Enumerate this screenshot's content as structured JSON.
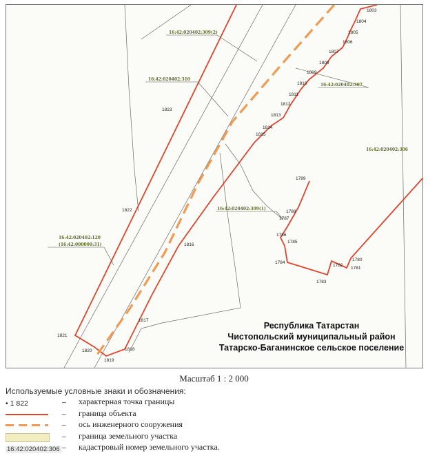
{
  "map": {
    "parcels": {
      "p309_2": "16:42:020402:309(2)",
      "p310": "16:42:020402:310",
      "p307": "16:42:020402:307",
      "p306": "16:42:020402:306",
      "p309_1": "16:42:020402:309(1)",
      "p120a": "16:42:020402:120",
      "p120b": "(16:42:000000:31)"
    },
    "points": {
      "p1803": "1803",
      "p1804": "1804",
      "p1805": "1805",
      "p1806": "1806",
      "p1807": "1807",
      "p1808": "1808",
      "p1809": "1809",
      "p1810": "1810",
      "p1811": "1811",
      "p1812": "1812",
      "p1813": "1813",
      "p1814": "1814",
      "p1815": "1815",
      "p1823": "1823",
      "p1822": "1822",
      "p1789": "1789",
      "p1788": "1788",
      "p1787": "1787",
      "p1786": "1786",
      "p1785": "1785",
      "p1784": "1784",
      "p1783": "1783",
      "p1782": "1782",
      "p1781": "1781",
      "p1780": "1780",
      "p1816": "1816",
      "p1817": "1817",
      "p1818": "1818",
      "p1819": "1819",
      "p1820": "1820",
      "p1821": "1821"
    },
    "colors": {
      "boundary": "#e0452c",
      "axis": "#f39a52",
      "parcel_label": "#5c6b2a"
    }
  },
  "title": {
    "line1": "Республика Татарстан",
    "line2": "Чистопольский муниципальный район",
    "line3": "Татарско-Баганинское сельское поселение"
  },
  "scale": "Масштаб 1 : 2 000",
  "legend": {
    "title": "Используемые условные знаки и обозначения:",
    "dash": "–",
    "items": [
      {
        "symbol": "point",
        "symbol_text": "• 1 822",
        "label": "характерная точка границы"
      },
      {
        "symbol": "red-line",
        "label": "граница объекта"
      },
      {
        "symbol": "dashed-axis",
        "label": "ось инженерного сооружения"
      },
      {
        "symbol": "parcel-fill",
        "label": "граница земельного участка"
      },
      {
        "symbol": "cadastral",
        "symbol_text": "16:42:020402:306",
        "label": "кадастровый номер земельного участка."
      }
    ]
  }
}
